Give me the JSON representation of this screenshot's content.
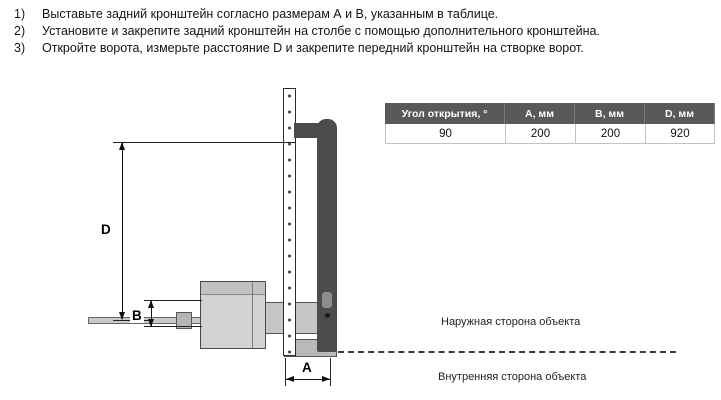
{
  "instructions": {
    "items": [
      {
        "num": "1)",
        "text": "Выставьте задний кронштейн согласно размерам А и В, указанным в таблице."
      },
      {
        "num": "2)",
        "text": "Установите и закрепите задний кронштейн на столбе с помощью дополнительного кронштейна."
      },
      {
        "num": "3)",
        "text": "Откройте ворота, измерьте расстояние D и закрепите передний кронштейн на створке ворот."
      }
    ]
  },
  "table": {
    "headers": [
      "Угол открытия, °",
      "А, мм",
      "В, мм",
      "D, мм"
    ],
    "row": [
      "90",
      "200",
      "200",
      "920"
    ]
  },
  "diagram": {
    "dims": {
      "d": "D",
      "b": "B",
      "a": "A"
    },
    "outer_side": "Наружная сторона объекта",
    "inner_side": "Внутренняя сторона объекта"
  },
  "colors": {
    "table_header_bg": "#58595b",
    "gate_arm": "#4b4b4d",
    "metal_gray": "#c9c9c9"
  }
}
